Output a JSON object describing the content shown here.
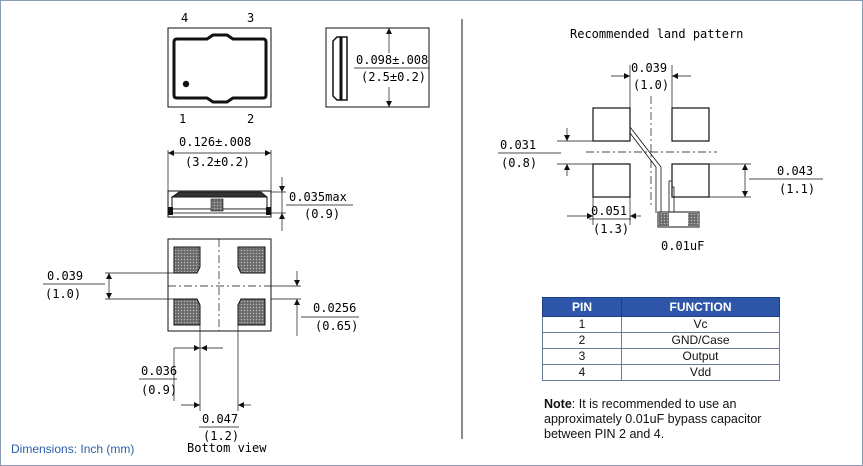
{
  "top_view": {
    "pin_labels": {
      "p4": "4",
      "p3": "3",
      "p1": "1",
      "p2": "2"
    }
  },
  "side_view": {
    "height_dim": {
      "inch": "0.098±.008",
      "mm": "(2.5±0.2)"
    }
  },
  "front_view": {
    "width_dim": {
      "inch": "0.126±.008",
      "mm": "(3.2±0.2)"
    },
    "thickness_dim": {
      "inch": "0.035max",
      "mm": "(0.9)"
    }
  },
  "bottom_view": {
    "pad_height": {
      "inch": "0.039",
      "mm": "(1.0)"
    },
    "pad_gap_v": {
      "inch": "0.0256",
      "mm": "(0.65)"
    },
    "pad_gap_h": {
      "inch": "0.036",
      "mm": "(0.9)"
    },
    "pad_width": {
      "inch": "0.047",
      "mm": "(1.2)"
    },
    "caption": "Bottom view"
  },
  "land_pattern": {
    "title": "Recommended land pattern",
    "pad_width": {
      "inch": "0.039",
      "mm": "(1.0)"
    },
    "gap_v": {
      "inch": "0.031",
      "mm": "(0.8)"
    },
    "pad_height": {
      "inch": "0.043",
      "mm": "(1.1)"
    },
    "gap_h": {
      "inch": "0.051",
      "mm": "(1.3)"
    },
    "capacitor_label": "0.01uF"
  },
  "pin_table": {
    "headers": [
      "PIN",
      "FUNCTION"
    ],
    "rows": [
      [
        "1",
        "Vc"
      ],
      [
        "2",
        "GND/Case"
      ],
      [
        "3",
        "Output"
      ],
      [
        "4",
        "Vdd"
      ]
    ]
  },
  "note": {
    "label": "Note",
    "text": ": It is recommended to use an approximately 0.01uF bypass capacitor between PIN 2 and 4."
  },
  "footer": {
    "dimensions_units": "Dimensions: Inch (mm)"
  },
  "colors": {
    "table_header": "#2d55a8",
    "footer_text": "#2a5ea8"
  }
}
